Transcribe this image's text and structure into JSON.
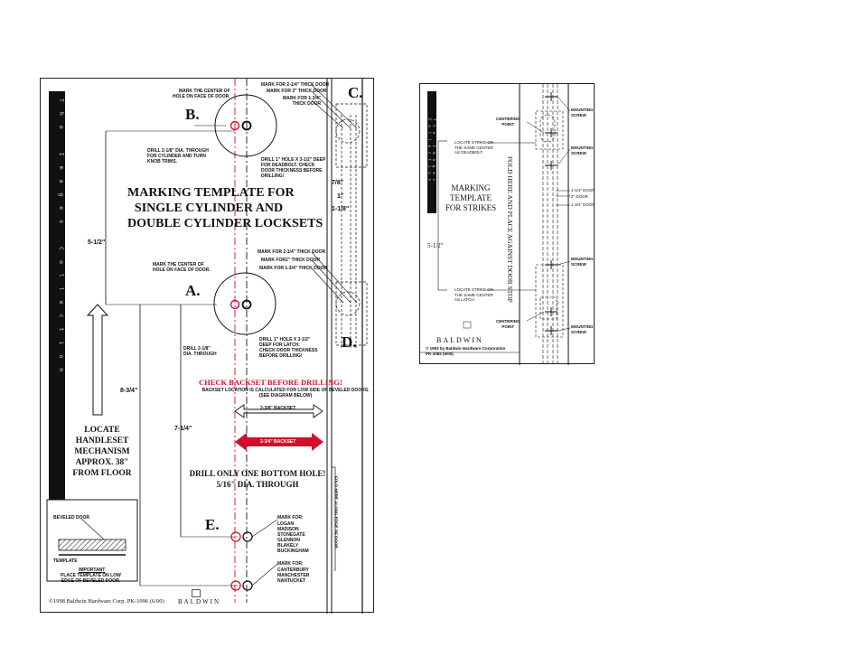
{
  "left_sheet": {
    "spine_text": "The Images Collection",
    "letters": {
      "b": "B.",
      "a": "A.",
      "c": "C.",
      "d": "D.",
      "e": "E."
    },
    "top_c_marks": [
      "MARK FOR 2-1/4\" THICK DOOR",
      "MARK FOR 2\" THICK DOOR",
      "MARK FOR 1-3/4\"\nTHICK DOOR"
    ],
    "b_center_note": "MARK THE CENTER OF\nHOLE ON FACE OF DOOR.",
    "b_drill_note": "DRILL 2-1/8\" DIA. THROUGH\nFOR CYLINDER AND TURN\nKNOB TRIMS.",
    "b_deadbolt_note": "DRILL 1\" HOLE X 3-1/2\" DEEP\nFOR DEADBOLT. CHECK\nDOOR THICKNESS BEFORE\nDRILLING!",
    "title": "MARKING TEMPLATE FOR\nSINGLE CYLINDER AND\nDOUBLE CYLINDER LOCKSETS",
    "door_thickness": [
      "7/8\"",
      "1\"",
      "1-1/8\""
    ],
    "dim_5_1_2": "5-1/2\"",
    "a_marks": [
      "MARK FOR 2-1/4\" THICK DOOR",
      "MARK FOR2\" THICK DOOR",
      "MARK FOR 1-3/4\" THICK DOOR"
    ],
    "a_center_note": "MARK THE CENTER OF\nHOLE ON FACE OF DOOR.",
    "a_drill_note": "DRILL 2-1/8\"\nDIA. THROUGH",
    "a_latch_note": "DRILL 1\" HOLE X 3-1/2\"\nDEEP FOR LATCH.\nCHECK DOOR THICKNESS\nBEFORE DRILLING!",
    "dim_8_3_4": "8-3/4\"",
    "dim_7_1_4": "7-1/4\"",
    "check_backset": "CHECK BACKSET BEFORE DRILLING!",
    "backset_note": "BACKSET LOCATION IS CALCULATED FOR LOW SIDE OF BEVELED DOORS.\n(SEE DIAGRAM BELOW)",
    "backset_238": "2-3/8\" BACKSET",
    "backset_234": "2-3/4\" BACKSET",
    "locate": "LOCATE\nHANDLESET\nMECHANISM\nAPPROX. 38\"\nFROM FLOOR",
    "drill_bottom": "DRILL ONLY ONE BOTTOM HOLE!\n5/16\" DIA. THROUGH",
    "fold_edge": "FOLD HERE ALONG EDGE OF DOOR.",
    "e_mark1_title": "MARK FOR:",
    "e_mark1_list": "LOGAN\nMADISON\nSTONEGATE\nGLENNON\nBLAKELY\nBUCKINGHAM",
    "e_mark2_title": "MARK FOR:",
    "e_mark2_list": "CANTERBURY\nMANCHESTER\nNANTUCKET",
    "beveled_door": "BEVELED DOOR",
    "template_label": "TEMPLATE",
    "important": "IMPORTANT",
    "important_note": "PLACE TEMPLATE ON LOW\nEDGE OF BEVELED DOOR.",
    "copyright": "©1998 Baldwin Hardware Corp. PK-1096 (6/00)",
    "brand": "BALDWIN"
  },
  "right_sheet": {
    "spine_text": "The Images Collection",
    "mounting_screw": "MOUNTING\nSCREW",
    "centering_point": "CENTERING\nPOINT",
    "locate_strike_top": "LOCATE STRIKE ON\nTHE SAME CENTER\nAS DEADBOLT.",
    "locate_strike_bottom": "LOCATE STRIKE ON\nTHE SAME CENTER\nAS LATCH.",
    "fold_here": "FOLD HERE AND PLACE AGAINST DOOR STOP",
    "title": "MARKING\nTEMPLATE\nFOR STRIKES",
    "door_marks": [
      "1-1/4\" DOOR",
      "2\" DOOR",
      "1-3/4\" DOOR"
    ],
    "dim": "5-1/2\"",
    "brand": "BALDWIN",
    "copyright": "© 1993 by Baldwin Hardware Corporation\nPK-1082 (6/00)"
  }
}
